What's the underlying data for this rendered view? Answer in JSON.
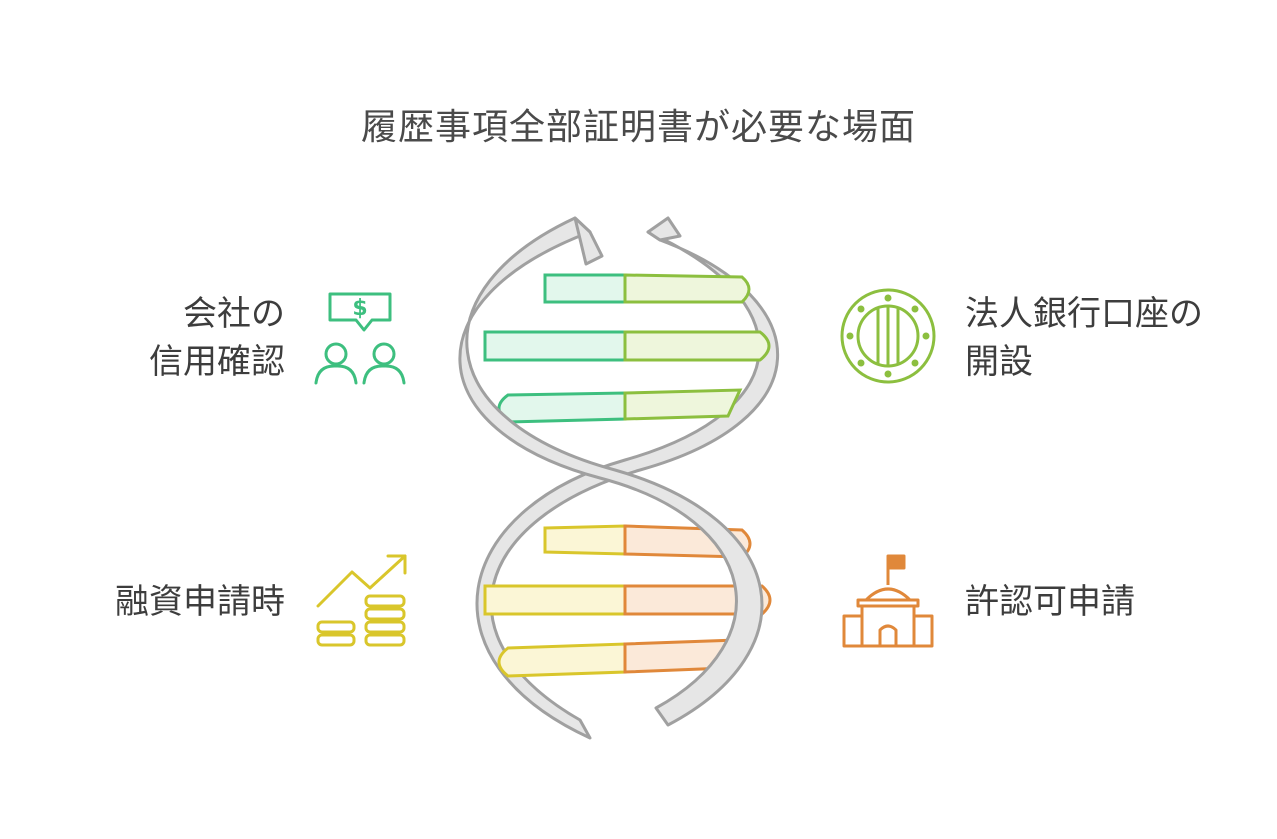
{
  "title": "履歴事項全部証明書が必要な場面",
  "items": {
    "credit": {
      "line1": "会社の",
      "line2": "信用確認",
      "icon": "people-with-money-speech-icon",
      "color": "#3dbf7f"
    },
    "bank": {
      "line1": "法人銀行口座の",
      "line2": "開設",
      "icon": "bank-vault-icon",
      "color": "#8cbf3f"
    },
    "loan": {
      "line1": "融資申請時",
      "icon": "growth-coins-icon",
      "color": "#d9c62b"
    },
    "permit": {
      "line1": "許認可申請",
      "icon": "government-building-icon",
      "color": "#e0883a"
    }
  },
  "colors": {
    "strand": "#e8e8e8",
    "strand_outline": "#9a9a9a",
    "green": "#3dbf7f",
    "lime": "#8cbf3f",
    "yellow": "#d9c62b",
    "orange": "#e0883a"
  }
}
